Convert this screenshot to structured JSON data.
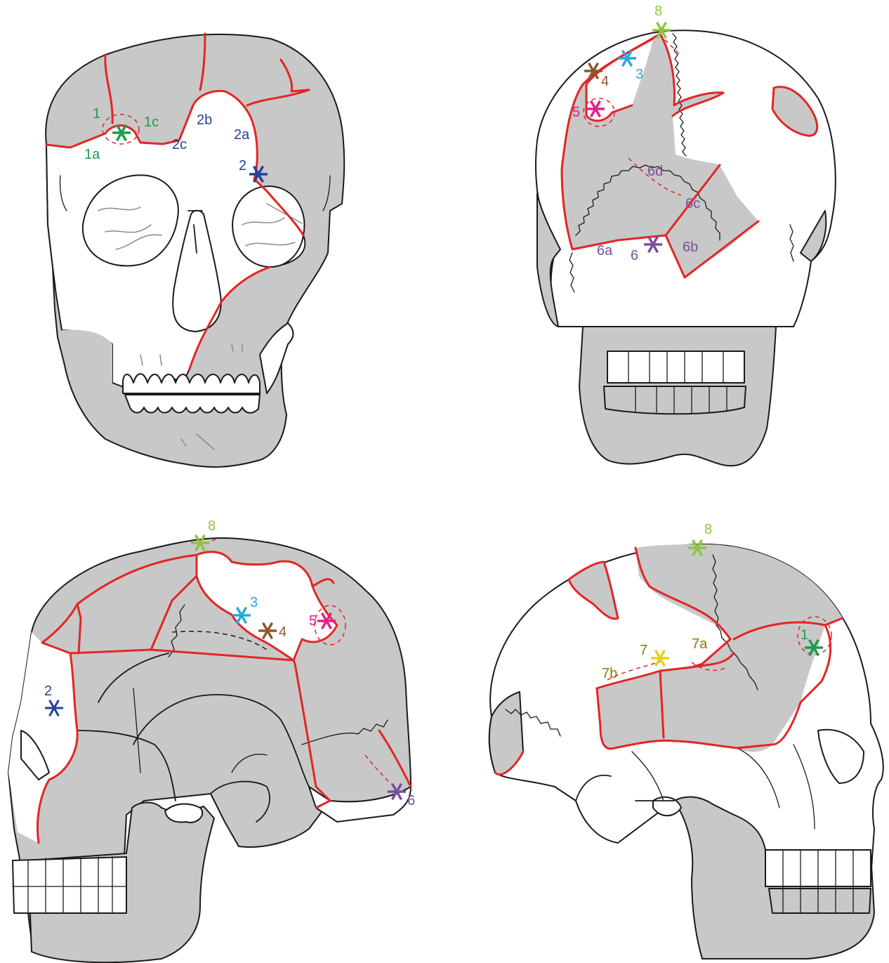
{
  "colors": {
    "bone_fill": "#c8c8c8",
    "fracture": "#e32526",
    "site1": "#1f9a4b",
    "site2": "#24409a",
    "site3": "#2aa7dd",
    "site4": "#8b5a2b",
    "site5": "#e0208a",
    "site6": "#7a4e9e",
    "site7": "#e6d21a",
    "site7_label": "#8a7a00",
    "site8": "#8cc63f"
  },
  "icons": [
    "asterisk-marker-icon"
  ],
  "views": {
    "frontal": {
      "labels": {
        "l1": "1",
        "l1a": "1a",
        "l1c": "1c",
        "l2": "2",
        "l2a": "2a",
        "l2b": "2b",
        "l2c": "2c"
      }
    },
    "posterior": {
      "labels": {
        "l3": "3",
        "l4": "4",
        "l5": "5",
        "l6": "6",
        "l6a": "6a",
        "l6b": "6b",
        "l6c": "6c",
        "l6d": "6d",
        "l8": "8"
      }
    },
    "left_lateral": {
      "labels": {
        "l2": "2",
        "l3": "3",
        "l4": "4",
        "l5": "5",
        "l6": "6",
        "l8": "8"
      }
    },
    "right_lateral": {
      "labels": {
        "l1": "1",
        "l7": "7",
        "l7a": "7a",
        "l7b": "7b",
        "l8": "8"
      }
    }
  }
}
